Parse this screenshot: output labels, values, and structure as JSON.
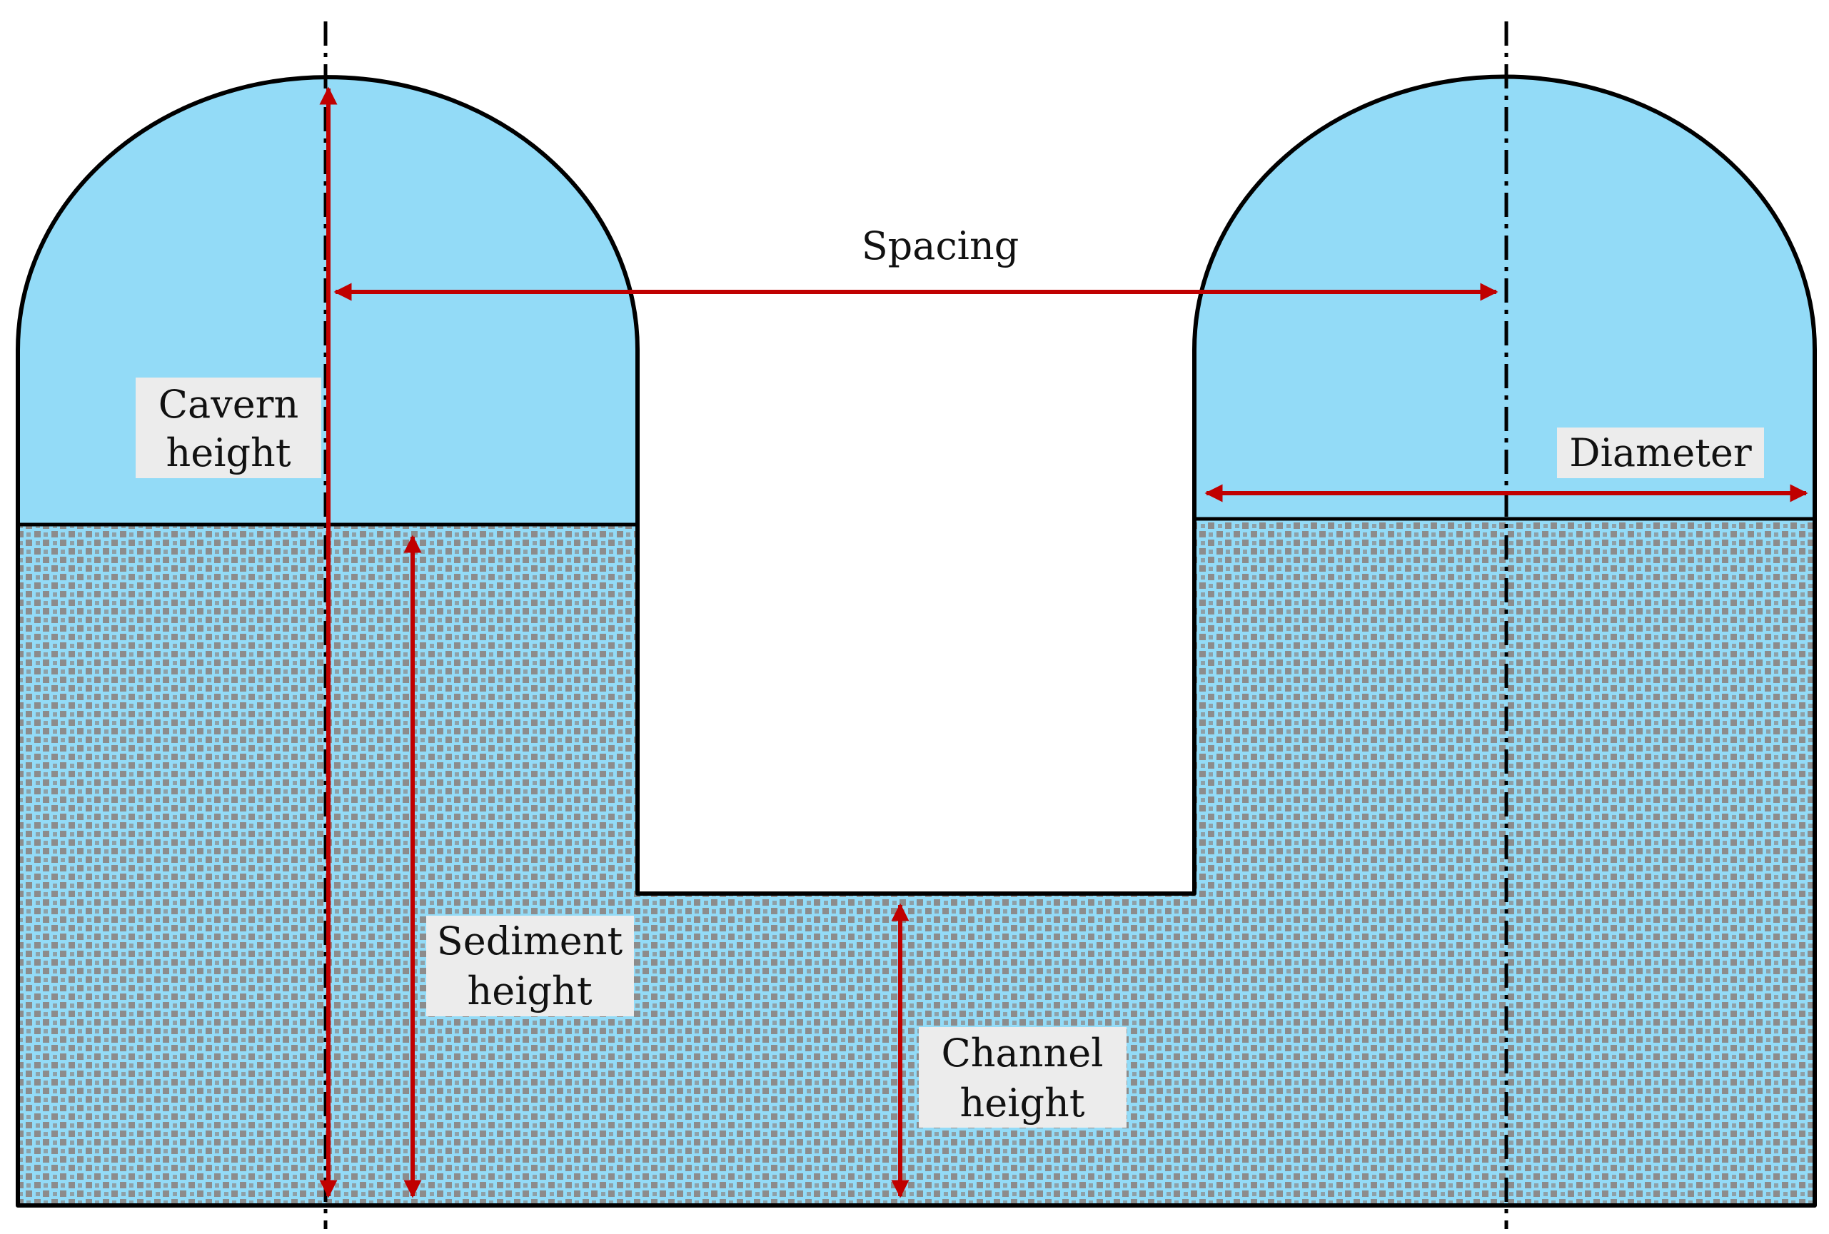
{
  "colors": {
    "cavern_fill": "#93dbf7",
    "sediment_fill": "#93dbf7",
    "sediment_dots": "#8c8c8c",
    "outline": "#000000",
    "dimension_arrow": "#c00000",
    "label_box": "#ececec",
    "centerline": "#000000"
  },
  "labels": {
    "spacing": "Spacing",
    "cavern_height": [
      "Cavern",
      "height"
    ],
    "diameter": "Diameter",
    "sediment_height": [
      "Sediment",
      "height"
    ],
    "channel_height": [
      "Channel",
      "height"
    ]
  },
  "icons": {
    "centerline": "dash-dot-line",
    "arrow": "double-headed-arrow"
  }
}
